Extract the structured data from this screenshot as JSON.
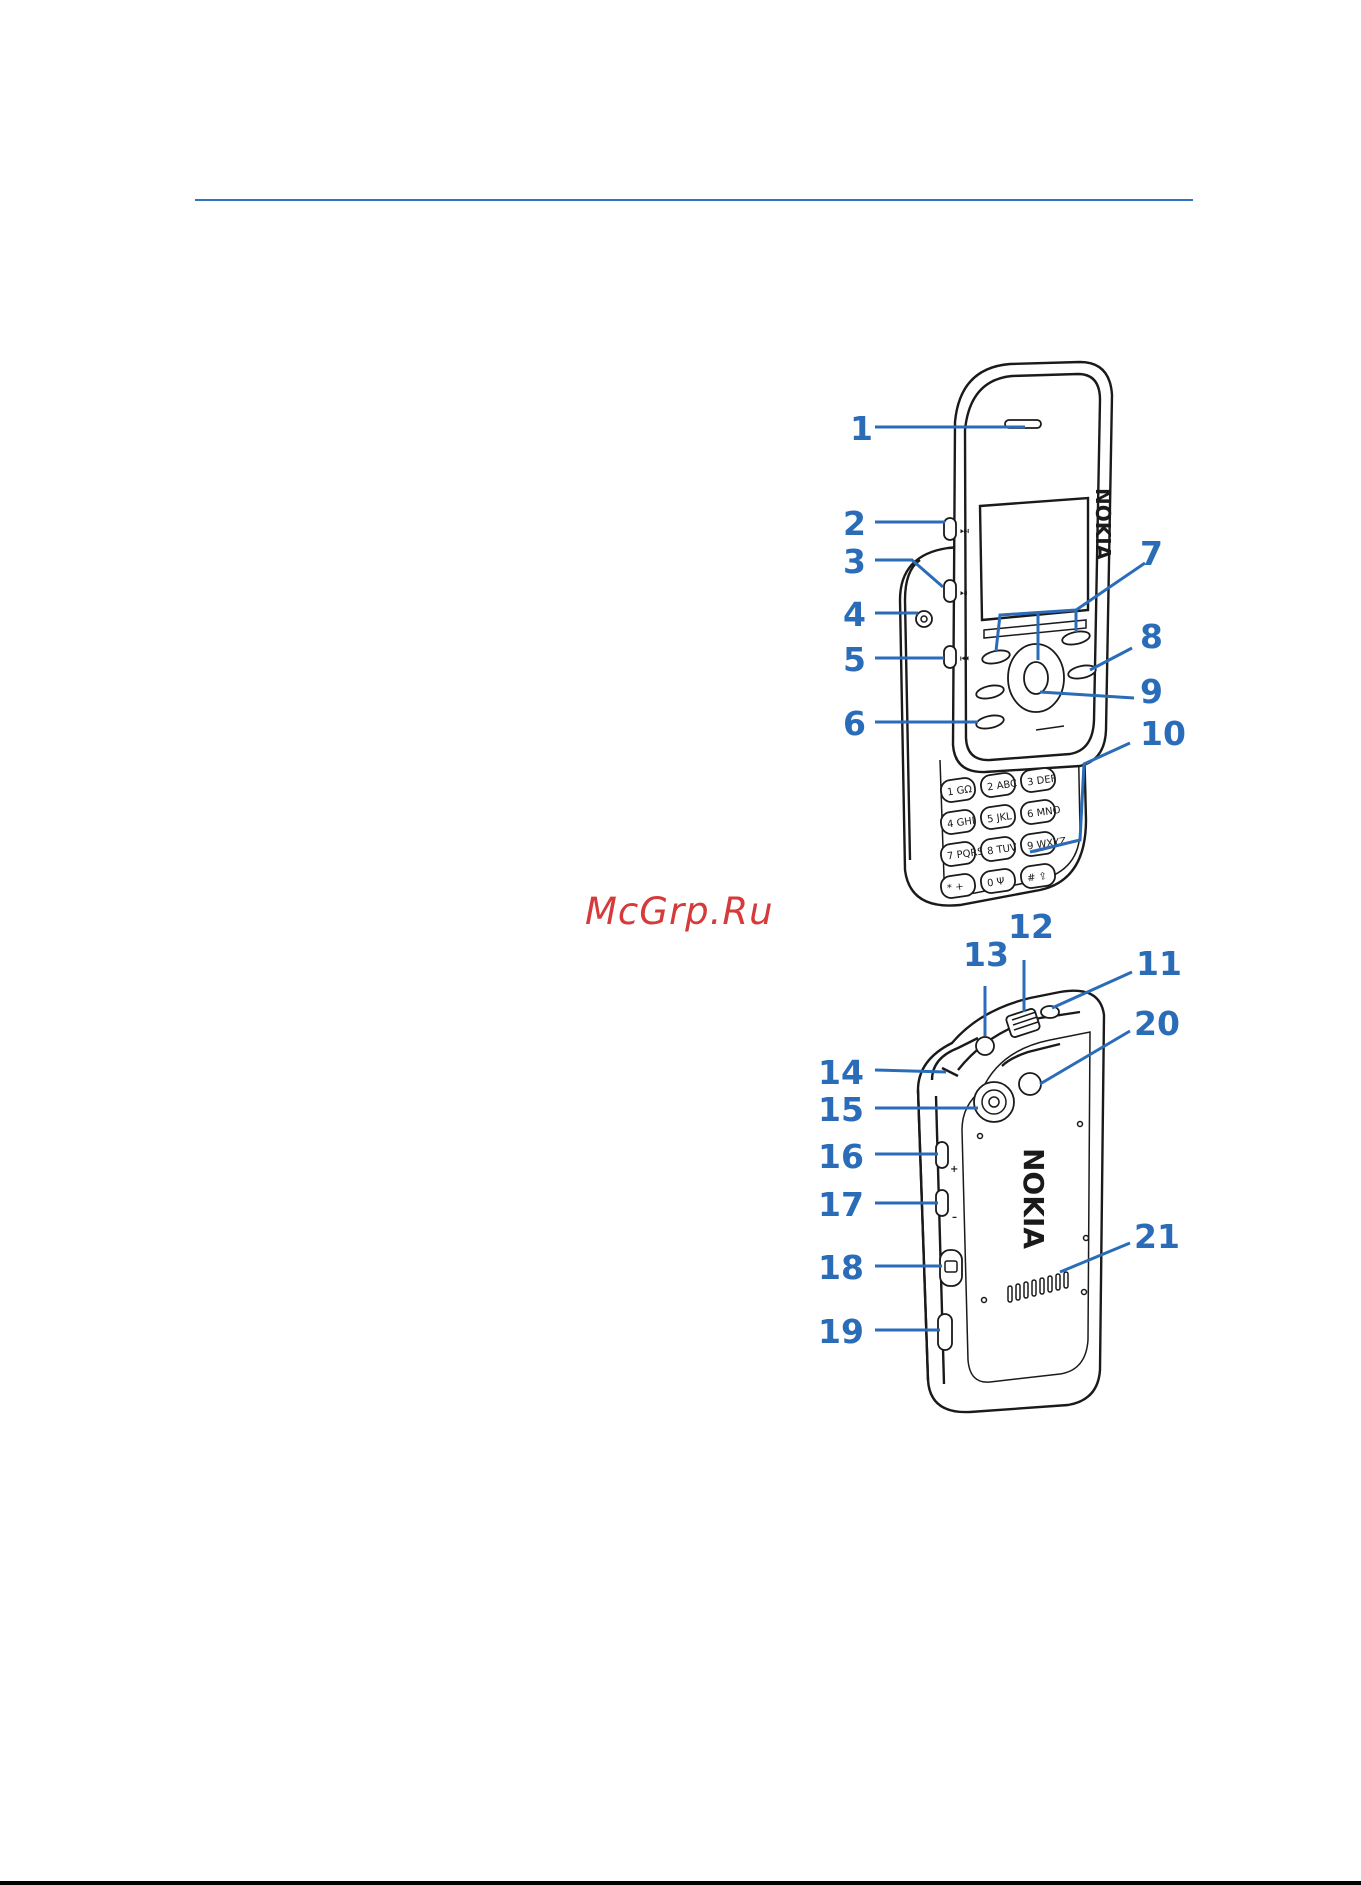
{
  "watermark": "McGrp.Ru",
  "brand_text": "NOKIA",
  "callouts": [
    "1",
    "2",
    "3",
    "4",
    "5",
    "6",
    "7",
    "8",
    "9",
    "10",
    "11",
    "12",
    "13",
    "14",
    "15",
    "16",
    "17",
    "18",
    "19",
    "20",
    "21"
  ],
  "keypad": [
    {
      "digit": "1",
      "letters": "GΩ"
    },
    {
      "digit": "2",
      "letters": "ABC"
    },
    {
      "digit": "3",
      "letters": "DEF"
    },
    {
      "digit": "4",
      "letters": "GHI"
    },
    {
      "digit": "5",
      "letters": "JKL"
    },
    {
      "digit": "6",
      "letters": "MNO"
    },
    {
      "digit": "7",
      "letters": "PQRS"
    },
    {
      "digit": "8",
      "letters": "TUV"
    },
    {
      "digit": "9",
      "letters": "WXYZ"
    },
    {
      "digit": "*",
      "letters": "+"
    },
    {
      "digit": "0",
      "letters": "Ψ"
    },
    {
      "digit": "#",
      "letters": "⇪"
    }
  ],
  "volume_plus": "+",
  "volume_minus": "–",
  "colors": {
    "accent": "#2a6cb8",
    "rule": "#2f74c0",
    "watermark": "#d63a3a",
    "outline": "#1a1a1a"
  },
  "icons": [
    "media-next-icon",
    "media-play-pause-icon",
    "media-previous-icon",
    "camera-icon"
  ]
}
